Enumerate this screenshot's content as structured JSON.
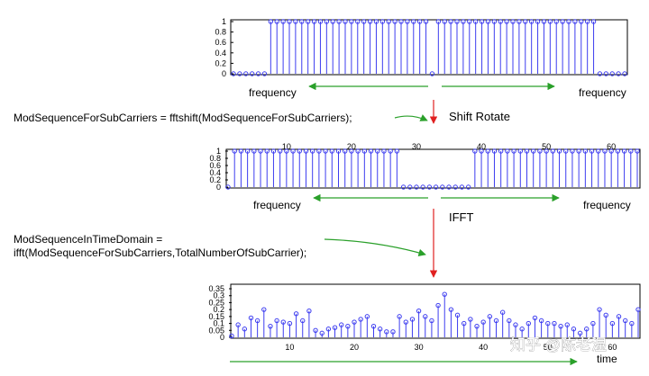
{
  "labels": {
    "freq_left_1": "frequency",
    "freq_right_1": "frequency",
    "code_fftshift": "ModSequenceForSubCarriers = fftshift(ModSequenceForSubCarriers);",
    "step_shift": "Shift Rotate",
    "freq_left_2": "frequency",
    "freq_right_2": "frequency",
    "step_ifft": "IFFT",
    "code_ifft_line1": "ModSequenceInTimeDomain =",
    "code_ifft_line2": "ifft(ModSequenceForSubCarriers,TotalNumberOfSubCarrier);",
    "time_label": "time",
    "watermark": "知乎 @陈老湿"
  },
  "colors": {
    "stem": "#3d3df0",
    "arrow_green": "#2aa02a",
    "arrow_red": "#e02020"
  },
  "chart_data": [
    {
      "type": "stem",
      "n": 64,
      "values": [
        0,
        0,
        0,
        0,
        0,
        0,
        1,
        1,
        1,
        1,
        1,
        1,
        1,
        1,
        1,
        1,
        1,
        1,
        1,
        1,
        1,
        1,
        1,
        1,
        1,
        1,
        1,
        1,
        1,
        1,
        1,
        1,
        0,
        1,
        1,
        1,
        1,
        1,
        1,
        1,
        1,
        1,
        1,
        1,
        1,
        1,
        1,
        1,
        1,
        1,
        1,
        1,
        1,
        1,
        1,
        1,
        1,
        1,
        1,
        0,
        0,
        0,
        0,
        0
      ],
      "ylim": [
        0,
        1
      ],
      "yticks": [
        "0",
        "0.2",
        "0.4",
        "0.6",
        "0.8",
        "1"
      ],
      "xticks": []
    },
    {
      "type": "stem",
      "n": 64,
      "values": [
        0,
        1,
        1,
        1,
        1,
        1,
        1,
        1,
        1,
        1,
        1,
        1,
        1,
        1,
        1,
        1,
        1,
        1,
        1,
        1,
        1,
        1,
        1,
        1,
        1,
        1,
        1,
        0,
        0,
        0,
        0,
        0,
        0,
        0,
        0,
        0,
        0,
        0,
        1,
        1,
        1,
        1,
        1,
        1,
        1,
        1,
        1,
        1,
        1,
        1,
        1,
        1,
        1,
        1,
        1,
        1,
        1,
        1,
        1,
        1,
        1,
        1,
        1,
        1
      ],
      "ylim": [
        0,
        1
      ],
      "yticks": [
        "0",
        "0.2",
        "0.4",
        "0.6",
        "0.8",
        "1"
      ],
      "xticks": [
        "10",
        "20",
        "30",
        "40",
        "50",
        "60"
      ]
    },
    {
      "type": "stem",
      "n": 64,
      "values": [
        0.01,
        0.09,
        0.06,
        0.14,
        0.12,
        0.2,
        0.08,
        0.12,
        0.11,
        0.1,
        0.17,
        0.12,
        0.19,
        0.05,
        0.03,
        0.06,
        0.07,
        0.09,
        0.08,
        0.11,
        0.13,
        0.15,
        0.08,
        0.06,
        0.04,
        0.04,
        0.15,
        0.11,
        0.13,
        0.19,
        0.15,
        0.12,
        0.23,
        0.31,
        0.2,
        0.16,
        0.1,
        0.13,
        0.08,
        0.11,
        0.15,
        0.12,
        0.18,
        0.12,
        0.09,
        0.06,
        0.1,
        0.14,
        0.12,
        0.1,
        0.1,
        0.08,
        0.09,
        0.06,
        0.03,
        0.06,
        0.1,
        0.2,
        0.16,
        0.1,
        0.15,
        0.12,
        0.1,
        0.2
      ],
      "ylim": [
        0,
        0.35
      ],
      "yticks": [
        "0",
        "0.05",
        "0.1",
        "0.15",
        "0.2",
        "0.25",
        "0.3",
        "0.35"
      ],
      "xticks": [
        "10",
        "20",
        "30",
        "40",
        "50",
        "60"
      ]
    }
  ]
}
